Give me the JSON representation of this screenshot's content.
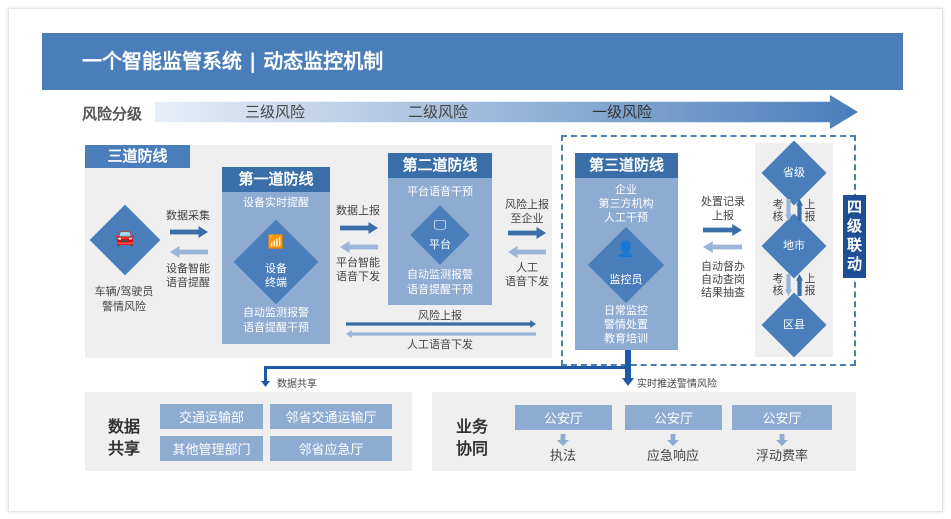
{
  "title": "一个智能监管系统 | 动态监控机制",
  "risk": {
    "label": "风险分级",
    "levels": [
      "三级风险",
      "二级风险",
      "一级风险"
    ]
  },
  "three_lines": "三道防线",
  "vehicle": {
    "l1": "车辆/驾驶员",
    "l2": "警情风险"
  },
  "a1": {
    "top": "数据采集",
    "b1": "设备智能",
    "b2": "语音提醒"
  },
  "line1": {
    "title": "第一道防线",
    "top": "设备实时提醒",
    "icon_l1": "设备",
    "icon_l2": "终端",
    "b1": "自动监测报警",
    "b2": "语音提醒干预"
  },
  "a2": {
    "top": "数据上报",
    "b1": "平台智能",
    "b2": "语音下发"
  },
  "line2": {
    "title": "第二道防线",
    "top": "平台语音干预",
    "icon": "平台",
    "b1": "自动监测报警",
    "b2": "语音提醒干预"
  },
  "a3": {
    "t1": "风险上报",
    "t2": "至企业",
    "b1": "人工",
    "b2": "语音下发"
  },
  "long": {
    "top": "风险上报",
    "bottom": "人工语音下发"
  },
  "line3": {
    "title": "第三道防线",
    "t1": "企业",
    "t2": "第三方机构",
    "t3": "人工干预",
    "icon": "监控员",
    "b1": "日常监控",
    "b2": "警情处置",
    "b3": "教育培训"
  },
  "a4": {
    "t1": "处置记录",
    "t2": "上报",
    "b1": "自动督办",
    "b2": "自动查岗",
    "b3": "结果抽查"
  },
  "levels": {
    "province": "省级",
    "city": "地市",
    "county": "区县",
    "check": [
      "考",
      "核"
    ],
    "report": [
      "上",
      "报"
    ]
  },
  "four": [
    "四",
    "级",
    "联",
    "动"
  ],
  "flow": {
    "share": "数据共享",
    "push": "实时推送警情风险"
  },
  "share": {
    "label": [
      "数据",
      "共享"
    ],
    "boxes": [
      "交通运输部",
      "邻省交通运输厅",
      "其他管理部门",
      "邻省应急厅"
    ]
  },
  "coop": {
    "label": [
      "业务",
      "协同"
    ],
    "boxes": [
      "公安厅",
      "公安厅",
      "公安厅"
    ],
    "results": [
      "执法",
      "应急响应",
      "浮动费率"
    ]
  }
}
